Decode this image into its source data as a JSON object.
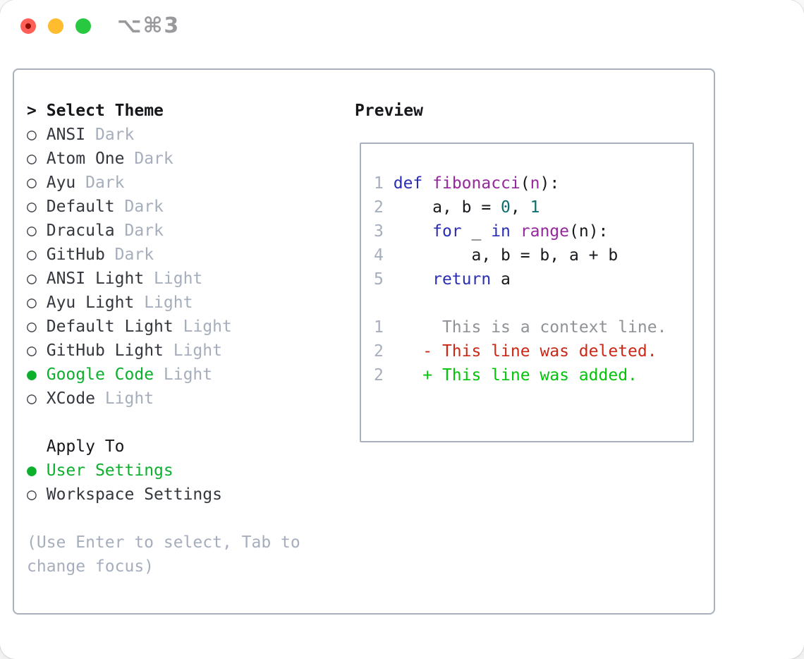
{
  "window": {
    "title": "⌥⌘3"
  },
  "colors": {
    "panel_border": "#a9b1bc",
    "selected_green": "#0cb02c",
    "diff_added_green": "#03c40a",
    "diff_deleted_red": "#cb2817",
    "keyword_blue": "#2b2eb3",
    "function_purple": "#95289c",
    "number_teal": "#0c6e6e",
    "dim_gray": "#a6aebc",
    "traffic_red": "#ff5f57",
    "traffic_yellow": "#febc2e",
    "traffic_green": "#28c840"
  },
  "left": {
    "rows": [
      {
        "name": "select-theme-header",
        "interactable": false,
        "segs": [
          {
            "t": ">",
            "c": "prompt",
            "n": "prompt-icon"
          },
          {
            "t": " ",
            "c": "pl"
          },
          {
            "t": "Select Theme",
            "c": "title"
          }
        ]
      },
      {
        "name": "theme-option-ansi-dark",
        "interactable": true,
        "segs": [
          {
            "t": "○",
            "c": "mark",
            "n": "radio-unselected-icon"
          },
          {
            "t": " ",
            "c": "pl"
          },
          {
            "t": "ANSI ",
            "c": "name"
          },
          {
            "t": "Dark",
            "c": "dim"
          }
        ]
      },
      {
        "name": "theme-option-atom-one-dark",
        "interactable": true,
        "segs": [
          {
            "t": "○",
            "c": "mark",
            "n": "radio-unselected-icon"
          },
          {
            "t": " ",
            "c": "pl"
          },
          {
            "t": "Atom One ",
            "c": "name"
          },
          {
            "t": "Dark",
            "c": "dim"
          }
        ]
      },
      {
        "name": "theme-option-ayu-dark",
        "interactable": true,
        "segs": [
          {
            "t": "○",
            "c": "mark",
            "n": "radio-unselected-icon"
          },
          {
            "t": " ",
            "c": "pl"
          },
          {
            "t": "Ayu ",
            "c": "name"
          },
          {
            "t": "Dark",
            "c": "dim"
          }
        ]
      },
      {
        "name": "theme-option-default-dark",
        "interactable": true,
        "segs": [
          {
            "t": "○",
            "c": "mark",
            "n": "radio-unselected-icon"
          },
          {
            "t": " ",
            "c": "pl"
          },
          {
            "t": "Default ",
            "c": "name"
          },
          {
            "t": "Dark",
            "c": "dim"
          }
        ]
      },
      {
        "name": "theme-option-dracula-dark",
        "interactable": true,
        "segs": [
          {
            "t": "○",
            "c": "mark",
            "n": "radio-unselected-icon"
          },
          {
            "t": " ",
            "c": "pl"
          },
          {
            "t": "Dracula ",
            "c": "name"
          },
          {
            "t": "Dark",
            "c": "dim"
          }
        ]
      },
      {
        "name": "theme-option-github-dark",
        "interactable": true,
        "segs": [
          {
            "t": "○",
            "c": "mark",
            "n": "radio-unselected-icon"
          },
          {
            "t": " ",
            "c": "pl"
          },
          {
            "t": "GitHub ",
            "c": "name"
          },
          {
            "t": "Dark",
            "c": "dim"
          }
        ]
      },
      {
        "name": "theme-option-ansi-light",
        "interactable": true,
        "segs": [
          {
            "t": "○",
            "c": "mark",
            "n": "radio-unselected-icon"
          },
          {
            "t": " ",
            "c": "pl"
          },
          {
            "t": "ANSI Light ",
            "c": "name"
          },
          {
            "t": "Light",
            "c": "dim"
          }
        ]
      },
      {
        "name": "theme-option-ayu-light",
        "interactable": true,
        "segs": [
          {
            "t": "○",
            "c": "mark",
            "n": "radio-unselected-icon"
          },
          {
            "t": " ",
            "c": "pl"
          },
          {
            "t": "Ayu Light ",
            "c": "name"
          },
          {
            "t": "Light",
            "c": "dim"
          }
        ]
      },
      {
        "name": "theme-option-default-light",
        "interactable": true,
        "segs": [
          {
            "t": "○",
            "c": "mark",
            "n": "radio-unselected-icon"
          },
          {
            "t": " ",
            "c": "pl"
          },
          {
            "t": "Default Light ",
            "c": "name"
          },
          {
            "t": "Light",
            "c": "dim"
          }
        ]
      },
      {
        "name": "theme-option-github-light",
        "interactable": true,
        "segs": [
          {
            "t": "○",
            "c": "mark",
            "n": "radio-unselected-icon"
          },
          {
            "t": " ",
            "c": "pl"
          },
          {
            "t": "GitHub Light ",
            "c": "name"
          },
          {
            "t": "Light",
            "c": "dim"
          }
        ]
      },
      {
        "name": "theme-option-google-code-light",
        "interactable": true,
        "segs": [
          {
            "t": "●",
            "c": "sel",
            "n": "radio-selected-icon"
          },
          {
            "t": " ",
            "c": "pl"
          },
          {
            "t": "Google Code ",
            "c": "sel"
          },
          {
            "t": "Light",
            "c": "dim"
          }
        ]
      },
      {
        "name": "theme-option-xcode-light",
        "interactable": true,
        "segs": [
          {
            "t": "○",
            "c": "mark",
            "n": "radio-unselected-icon"
          },
          {
            "t": " ",
            "c": "pl"
          },
          {
            "t": "XCode ",
            "c": "name"
          },
          {
            "t": "Light",
            "c": "dim"
          }
        ]
      },
      {
        "name": "spacer-row",
        "interactable": false,
        "segs": []
      },
      {
        "name": "apply-to-header",
        "interactable": false,
        "segs": [
          {
            "t": "  ",
            "c": "pl"
          },
          {
            "t": "Apply To",
            "c": "sub"
          }
        ]
      },
      {
        "name": "apply-option-user-settings",
        "interactable": true,
        "segs": [
          {
            "t": "●",
            "c": "sel",
            "n": "radio-selected-icon"
          },
          {
            "t": " ",
            "c": "pl"
          },
          {
            "t": "User Settings",
            "c": "sel"
          }
        ]
      },
      {
        "name": "apply-option-workspace-settings",
        "interactable": true,
        "segs": [
          {
            "t": "○",
            "c": "mark",
            "n": "radio-unselected-icon"
          },
          {
            "t": " ",
            "c": "pl"
          },
          {
            "t": "Workspace Settings",
            "c": "name"
          }
        ]
      },
      {
        "name": "spacer-row",
        "interactable": false,
        "segs": []
      },
      {
        "name": "help-text-line",
        "interactable": false,
        "segs": [
          {
            "t": "(Use Enter to select, Tab to",
            "c": "help"
          }
        ]
      },
      {
        "name": "help-text-line",
        "interactable": false,
        "segs": [
          {
            "t": "change focus)",
            "c": "help"
          }
        ]
      }
    ]
  },
  "preview": {
    "title": "Preview",
    "lines": [
      {
        "name": "code-line",
        "interactable": false,
        "segs": [
          {
            "t": "1",
            "c": "lnum",
            "n": "line-number"
          },
          {
            "t": " ",
            "c": "pl"
          },
          {
            "t": "def",
            "c": "kw"
          },
          {
            "t": " ",
            "c": "pl"
          },
          {
            "t": "fibonacci",
            "c": "fn"
          },
          {
            "t": "(",
            "c": "pl"
          },
          {
            "t": "n",
            "c": "fn"
          },
          {
            "t": "):",
            "c": "pl"
          }
        ]
      },
      {
        "name": "code-line",
        "interactable": false,
        "segs": [
          {
            "t": "2",
            "c": "lnum",
            "n": "line-number"
          },
          {
            "t": "     a, b = ",
            "c": "pl"
          },
          {
            "t": "0",
            "c": "num"
          },
          {
            "t": ", ",
            "c": "pl"
          },
          {
            "t": "1",
            "c": "num"
          }
        ]
      },
      {
        "name": "code-line",
        "interactable": false,
        "segs": [
          {
            "t": "3",
            "c": "lnum",
            "n": "line-number"
          },
          {
            "t": "     ",
            "c": "pl"
          },
          {
            "t": "for",
            "c": "kw"
          },
          {
            "t": " _ ",
            "c": "pl"
          },
          {
            "t": "in",
            "c": "kw"
          },
          {
            "t": " ",
            "c": "pl"
          },
          {
            "t": "range",
            "c": "fn"
          },
          {
            "t": "(n):",
            "c": "pl"
          }
        ]
      },
      {
        "name": "code-line",
        "interactable": false,
        "segs": [
          {
            "t": "4",
            "c": "lnum",
            "n": "line-number"
          },
          {
            "t": "         a, b = b, a + b",
            "c": "pl"
          }
        ]
      },
      {
        "name": "code-line",
        "interactable": false,
        "segs": [
          {
            "t": "5",
            "c": "lnum",
            "n": "line-number"
          },
          {
            "t": "     ",
            "c": "pl"
          },
          {
            "t": "return",
            "c": "kw"
          },
          {
            "t": " a",
            "c": "pl"
          }
        ]
      },
      {
        "name": "spacer-row",
        "interactable": false,
        "segs": []
      },
      {
        "name": "diff-context-line",
        "interactable": false,
        "segs": [
          {
            "t": "1",
            "c": "lnum",
            "n": "line-number"
          },
          {
            "t": "      ",
            "c": "pl"
          },
          {
            "t": "This is a context line.",
            "c": "ctx"
          }
        ]
      },
      {
        "name": "diff-deleted-line",
        "interactable": false,
        "segs": [
          {
            "t": "2",
            "c": "lnum",
            "n": "line-number"
          },
          {
            "t": "    ",
            "c": "pl"
          },
          {
            "t": "- This line was deleted.",
            "c": "del"
          }
        ]
      },
      {
        "name": "diff-added-line",
        "interactable": false,
        "segs": [
          {
            "t": "2",
            "c": "lnum",
            "n": "line-number"
          },
          {
            "t": "    ",
            "c": "pl"
          },
          {
            "t": "+ This line was added.",
            "c": "add"
          }
        ]
      }
    ]
  }
}
